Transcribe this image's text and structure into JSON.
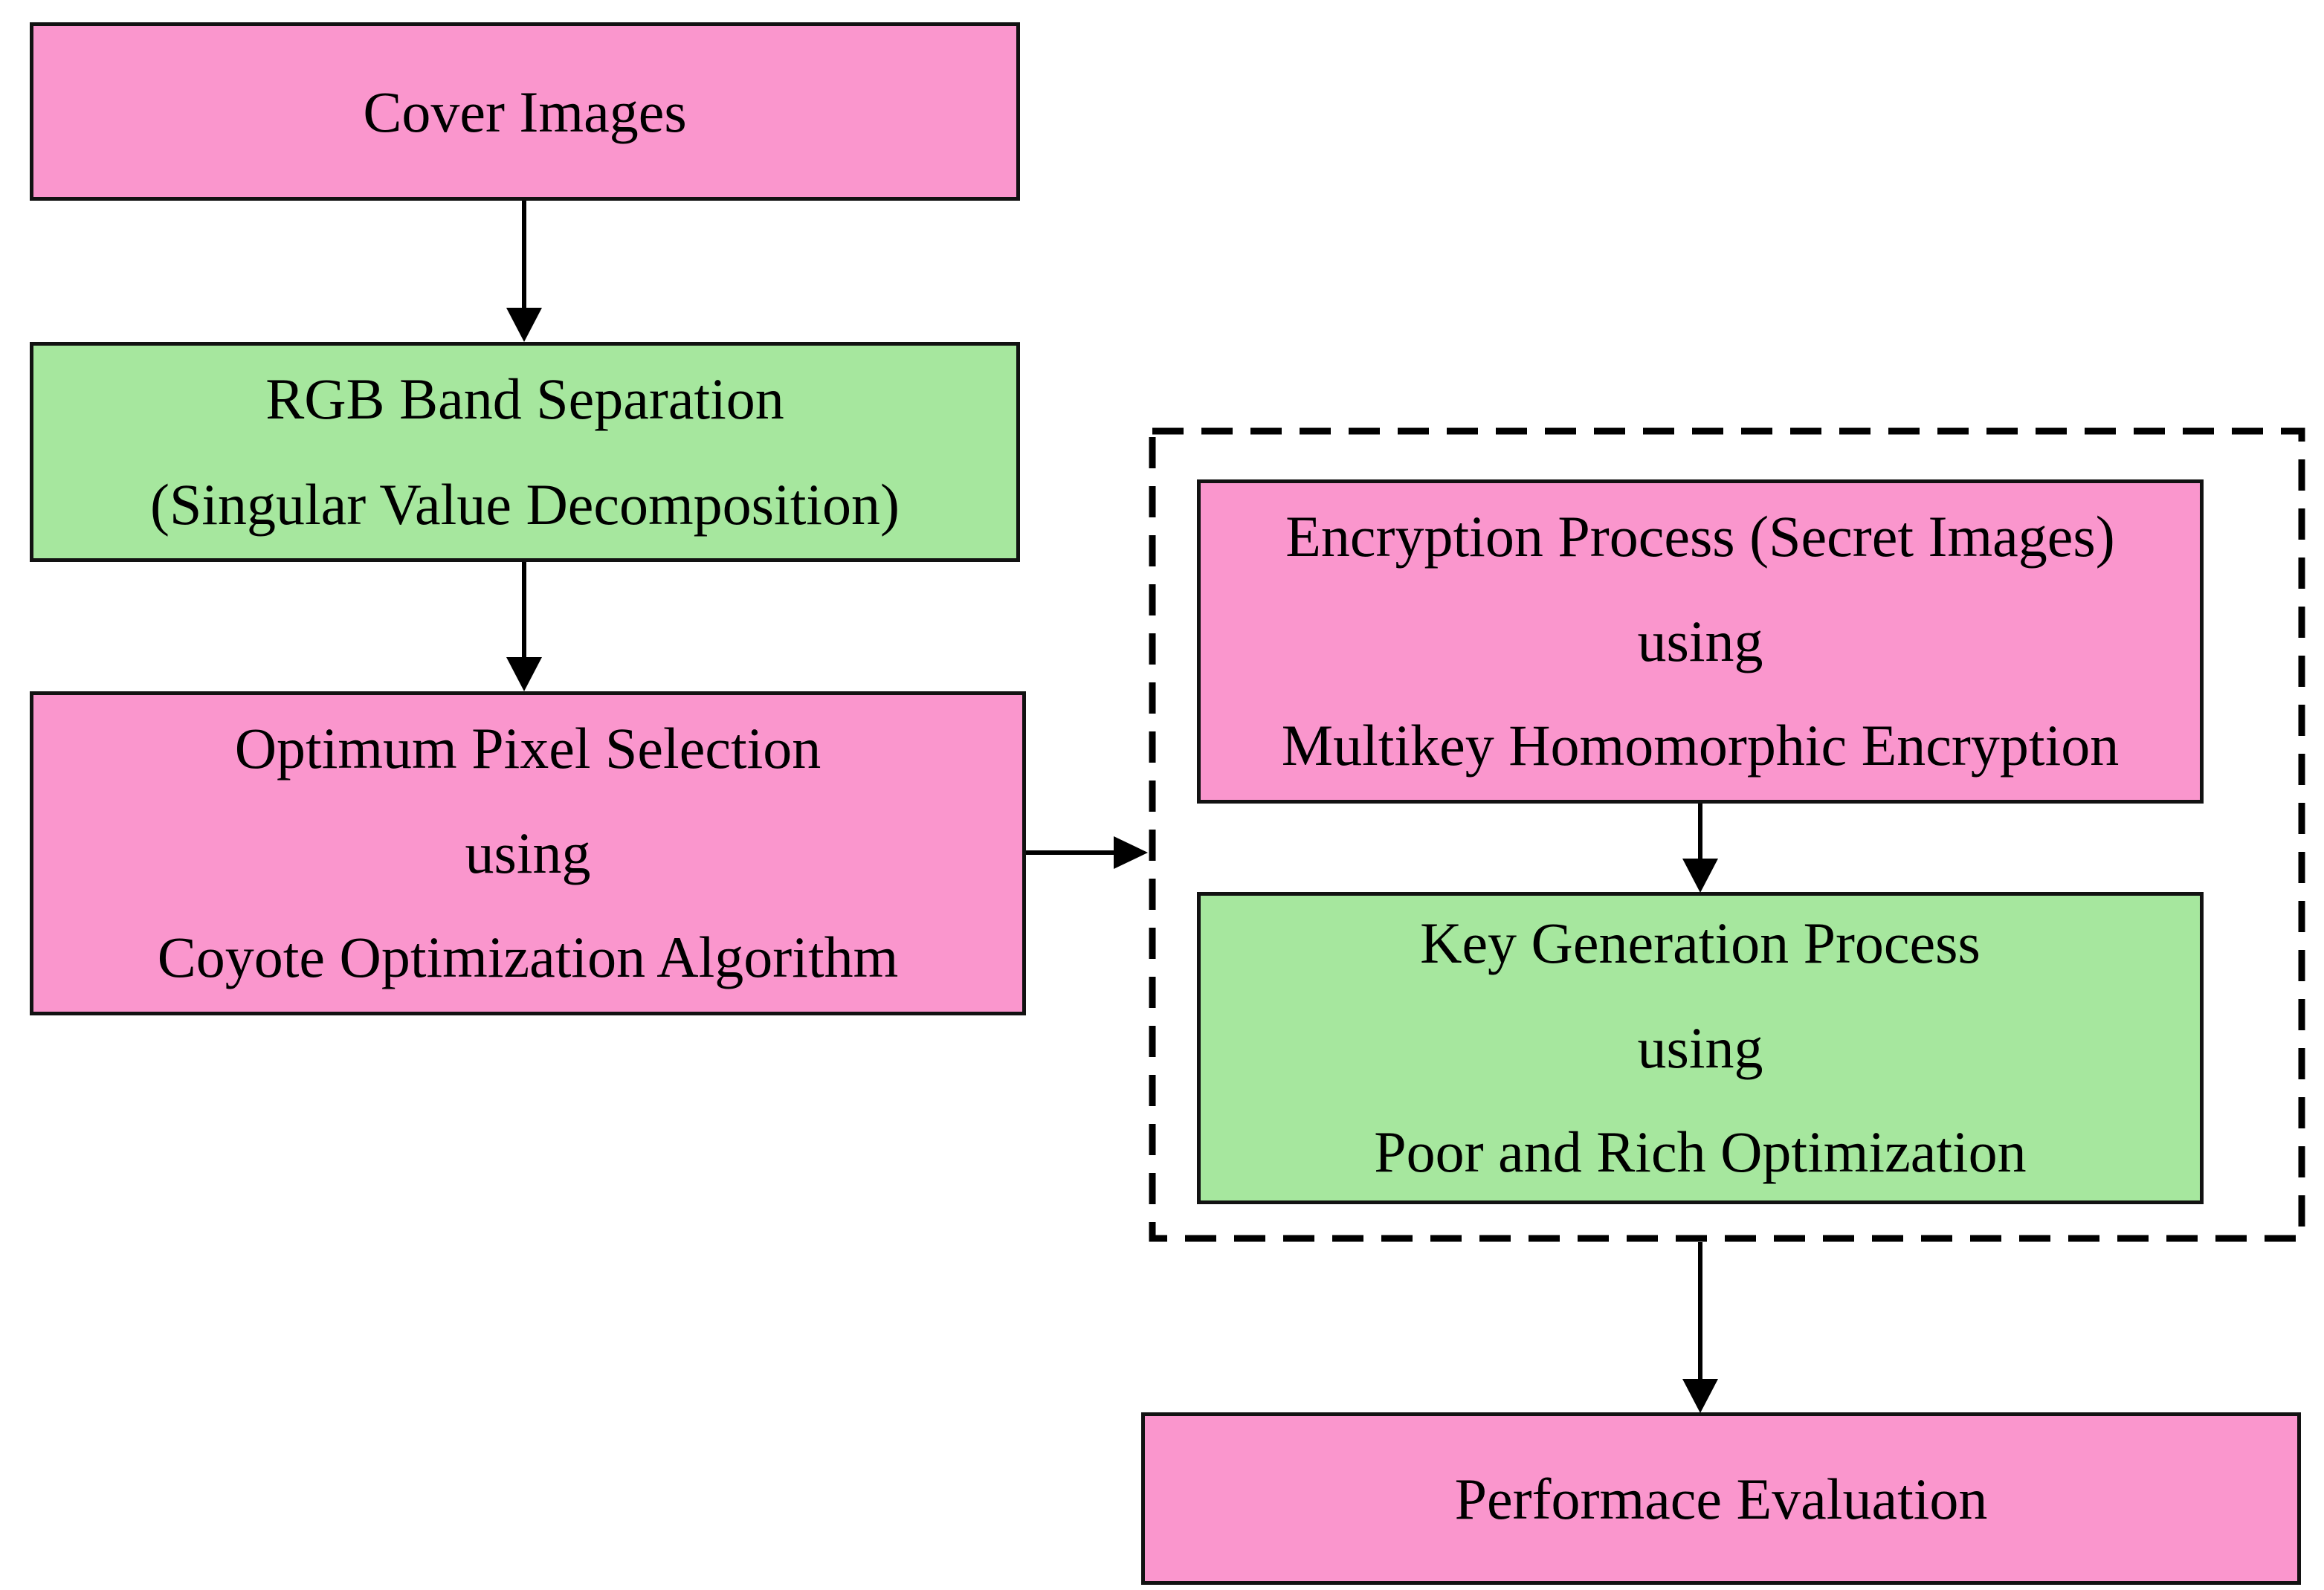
{
  "figure": {
    "type": "flowchart",
    "background": "#ffffff",
    "colors": {
      "pink": "#fa96cd",
      "green": "#a6e79e",
      "border": "#121212",
      "line": "#000000"
    },
    "nodes": {
      "cover_images": {
        "fill": "pink",
        "lines": [
          "Cover Images"
        ]
      },
      "rgb_band_separation": {
        "fill": "green",
        "lines": [
          "RGB Band Separation",
          "(Singular Value Decomposition)"
        ]
      },
      "optimum_pixel_selection": {
        "fill": "pink",
        "lines": [
          "Optimum Pixel Selection",
          "using",
          "Coyote Optimization Algorithm"
        ]
      },
      "encryption_process": {
        "fill": "pink",
        "lines": [
          "Encryption Process (Secret Images)",
          "using",
          "Multikey Homomorphic Encryption"
        ]
      },
      "key_generation_process": {
        "fill": "green",
        "lines": [
          "Key Generation Process",
          "using",
          "Poor and Rich Optimization"
        ]
      },
      "performance_evaluation": {
        "fill": "pink",
        "lines": [
          "Performace Evaluation"
        ]
      }
    },
    "groups": [
      {
        "id": "encryption_keygen_group",
        "style": "dashed",
        "contains": [
          "encryption_process",
          "key_generation_process"
        ]
      }
    ],
    "edges": [
      {
        "from": "cover_images",
        "to": "rgb_band_separation",
        "direction": "down"
      },
      {
        "from": "rgb_band_separation",
        "to": "optimum_pixel_selection",
        "direction": "down"
      },
      {
        "from": "optimum_pixel_selection",
        "to": "encryption_keygen_group",
        "direction": "right"
      },
      {
        "from": "encryption_process",
        "to": "key_generation_process",
        "direction": "down"
      },
      {
        "from": "encryption_keygen_group",
        "to": "performance_evaluation",
        "direction": "down"
      }
    ]
  }
}
